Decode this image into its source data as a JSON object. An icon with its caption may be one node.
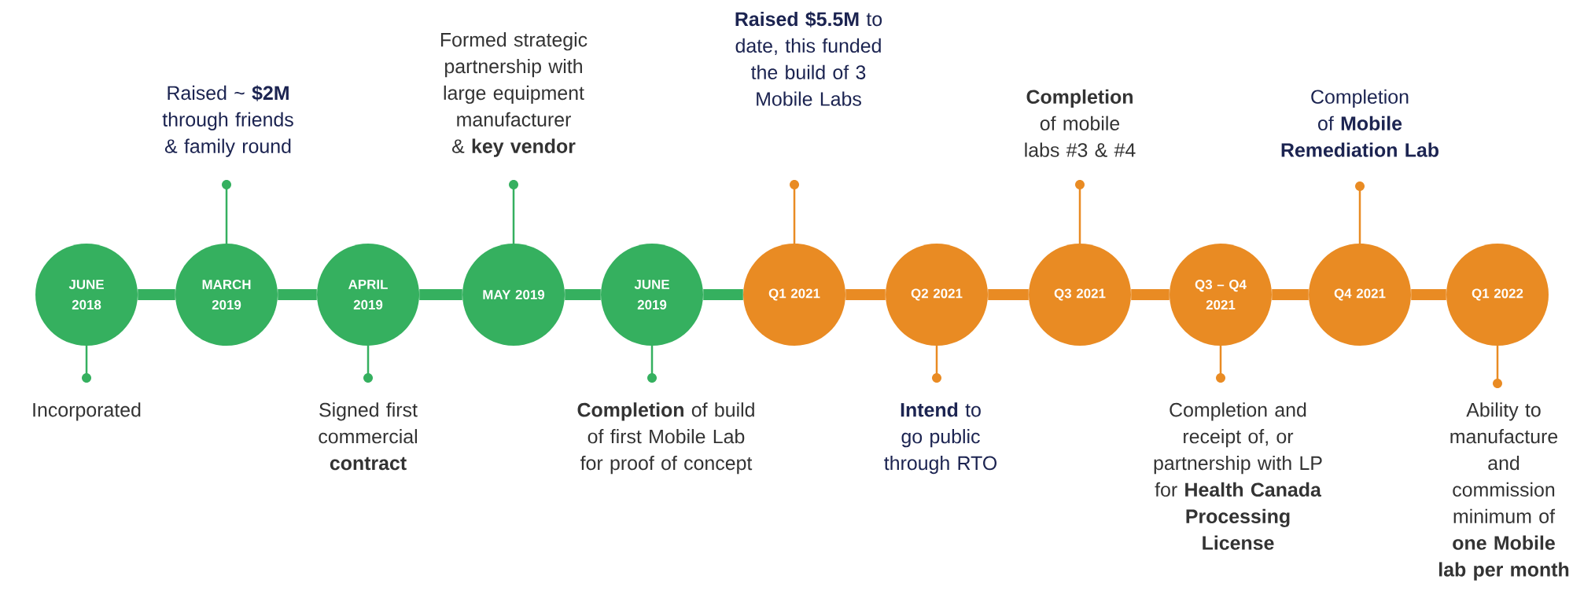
{
  "diagram": {
    "nodes": [
      {
        "text": [
          "JUNE 2018"
        ],
        "beside": [
          "Incorporated"
        ]
      },
      {
        "text": [
          "MARCH 2019"
        ]
      },
      {
        "text": [
          "APRIL 2019"
        ],
        "beside": [
          "Signed first commercial **contract**"
        ]
      },
      {
        "text": [
          "MAY 2019"
        ]
      },
      {
        "text": [
          "JUNE 2019"
        ],
        "beside": [
          "**Completion** of build of first Mobile Lab for proof of concept"
        ]
      },
      {
        "text": [
          "Q1 2021"
        ]
      },
      {
        "text": [
          "Q2 2021"
        ],
        "beside": [
          "**Intend** to go public through RTO"
        ]
      },
      {
        "text": [
          "Q3 2021"
        ]
      },
      {
        "text": [
          "Q3 – Q4 2021"
        ],
        "beside": [
          "Completion and receipt of, or partnership with LP for **Health Canada Processing License**"
        ]
      },
      {
        "text": [
          "Q4 2021"
        ]
      },
      {
        "text": [
          "Q1 2022"
        ],
        "beside": [
          "Ability to manufacture and commission minimum of **one Mobile lab per month**"
        ]
      }
    ],
    "edges": [
      {
        "from": 0,
        "to": 1,
        "arrow": "none",
        "color": "#35b05f"
      },
      {
        "from": 1,
        "to": 2,
        "arrow": "none",
        "color": "#35b05f"
      },
      {
        "from": 2,
        "to": 3,
        "arrow": "none",
        "color": "#35b05f"
      },
      {
        "from": 3,
        "to": 4,
        "arrow": "none",
        "color": "#35b05f"
      },
      {
        "from": 4,
        "to": 5,
        "arrow": "none",
        "color": "#35b05f"
      },
      {
        "from": 5,
        "to": 6,
        "arrow": "none",
        "color": "#e98b23"
      },
      {
        "from": 6,
        "to": 7,
        "arrow": "none",
        "color": "#e98b23"
      },
      {
        "from": 7,
        "to": 8,
        "arrow": "none",
        "color": "#e98b23"
      },
      {
        "from": 8,
        "to": 9,
        "arrow": "none",
        "color": "#e98b23"
      },
      {
        "from": 9,
        "to": 10,
        "arrow": "none",
        "color": "#e98b23"
      }
    ],
    "labels": [
      "Raised ~ **$2M** through friends & family round",
      "Formed strategic partnership with large equipment manufacturer & **key vendor**",
      "**Raised $5.5M** to date, this funded the build of 3 Mobile Labs",
      "**Completion** of mobile labs #3 & #4",
      "Completion of **Mobile Remediation Lab**"
    ]
  }
}
